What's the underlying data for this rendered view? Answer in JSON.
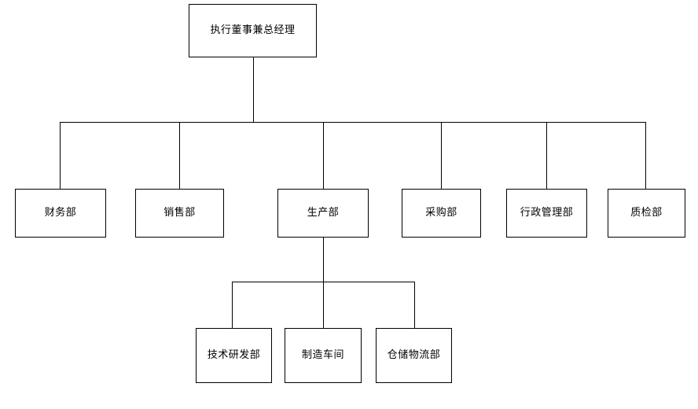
{
  "diagram": {
    "title_text": "执行董事兼总经理",
    "type": "org-chart",
    "orientation": "top-down",
    "background_color": "#ffffff",
    "line_color": "#000000",
    "box_fill_color": "#ffffff",
    "nodes": {
      "root": {
        "label": "执行董事兼总经理"
      },
      "level2": [
        {
          "id": "finance",
          "label": "财务部"
        },
        {
          "id": "sales",
          "label": "销售部"
        },
        {
          "id": "production",
          "label": "生产部"
        },
        {
          "id": "procurement",
          "label": "采购部"
        },
        {
          "id": "administration",
          "label": "行政管理部"
        },
        {
          "id": "quality",
          "label": "质检部"
        }
      ],
      "level3": [
        {
          "id": "rd",
          "label": "技术研发部"
        },
        {
          "id": "workshop",
          "label": "制造车间"
        },
        {
          "id": "logistics",
          "label": "仓储物流部"
        }
      ]
    }
  }
}
